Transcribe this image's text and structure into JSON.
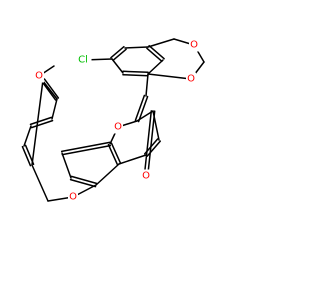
{
  "molecule": {
    "colors": {
      "bond": "#000000",
      "O": "#ff0000",
      "Cl": "#00bf00",
      "background": "#ffffff"
    },
    "atoms": [
      {
        "id": "Cl",
        "label": "Cl",
        "element": "Cl"
      },
      {
        "id": "O1",
        "label": "O",
        "element": "O"
      },
      {
        "id": "O2",
        "label": "O",
        "element": "O"
      },
      {
        "id": "O3",
        "label": "O",
        "element": "O"
      },
      {
        "id": "O4",
        "label": "O",
        "element": "O"
      },
      {
        "id": "O5",
        "label": "O",
        "element": "O"
      },
      {
        "id": "O6",
        "label": "O",
        "element": "O"
      }
    ]
  }
}
